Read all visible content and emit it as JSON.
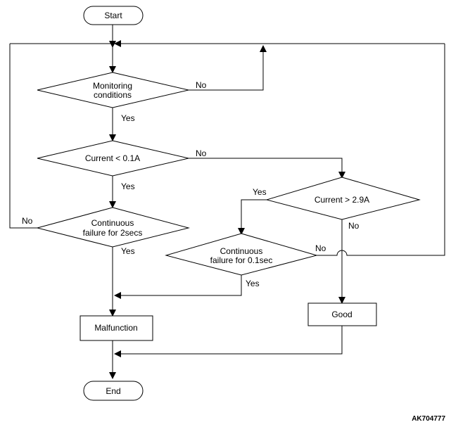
{
  "nodes": {
    "start": "Start",
    "monitoring_line1": "Monitoring",
    "monitoring_line2": "conditions",
    "current_low": "Current < 0.1A",
    "continuous_2s_line1": "Continuous",
    "continuous_2s_line2": "failure for 2secs",
    "current_high": "Current > 2.9A",
    "continuous_01s_line1": "Continuous",
    "continuous_01s_line2": "failure for 0.1sec",
    "malfunction": "Malfunction",
    "good": "Good",
    "end": "End"
  },
  "edges": {
    "monitoring_no": "No",
    "monitoring_yes": "Yes",
    "current_low_no": "No",
    "current_low_yes": "Yes",
    "continuous_2s_no": "No",
    "continuous_2s_yes": "Yes",
    "current_high_yes": "Yes",
    "current_high_no": "No",
    "continuous_01s_no": "No",
    "continuous_01s_yes": "Yes"
  },
  "figure_code": "AK704777"
}
